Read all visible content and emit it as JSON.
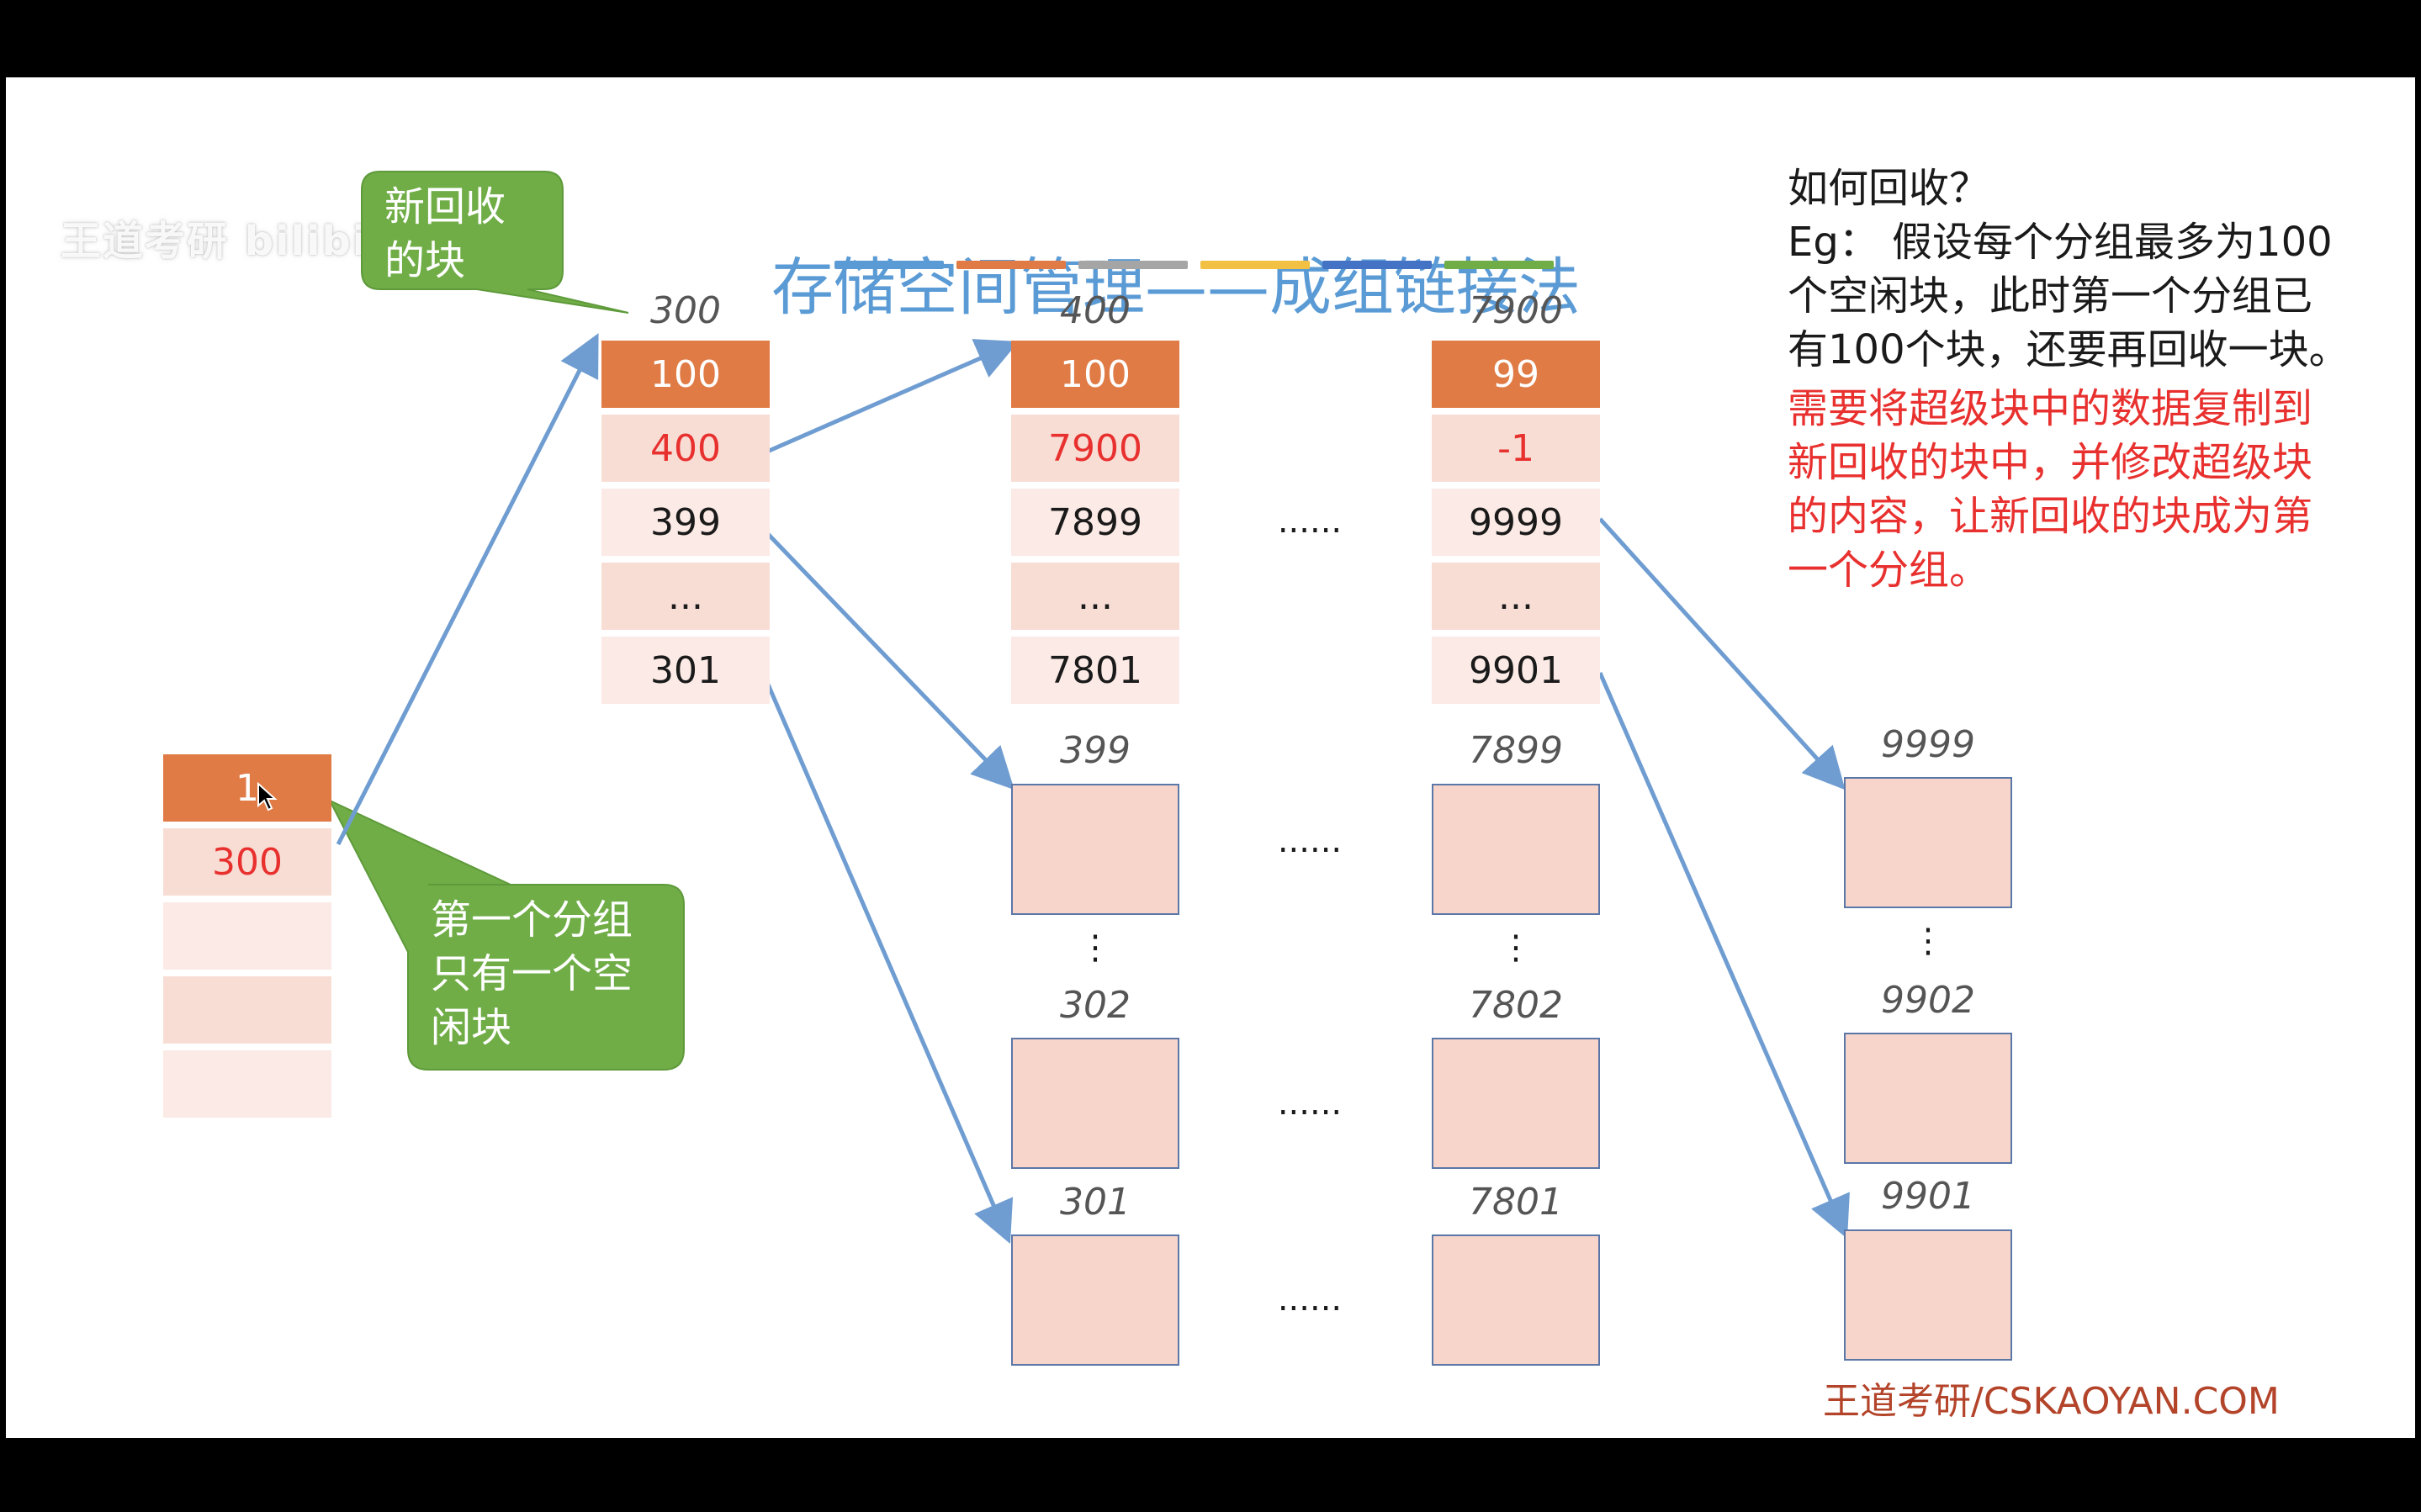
{
  "watermark": "王道考研 bilibili",
  "title": "存储空间管理——成组链接法",
  "title_underline_colors": [
    "#5b9bd5",
    "#e07b45",
    "#a5a5a5",
    "#f2c144",
    "#4472c4",
    "#70ad47"
  ],
  "colors": {
    "header_cell": "#e07b45",
    "red_cell_text": "#e8312f",
    "block_fill": "#f8d5cb",
    "block_border": "#5b77a8",
    "bubble": "#70ad47",
    "arrow": "#6f9dd1"
  },
  "bubble_new": {
    "line1": "新回收",
    "line2": "的块"
  },
  "bubble_first": {
    "line1": "第一个分组",
    "line2": "只有一个空",
    "line3": "闲块"
  },
  "superblock": {
    "title": "超级块",
    "count": "1",
    "next": "300"
  },
  "group1": {
    "label": "300",
    "count": "100",
    "next": "400",
    "row3": "399",
    "row4": "...",
    "row5": "301"
  },
  "group2": {
    "label": "400",
    "count": "100",
    "next": "7900",
    "row3": "7899",
    "row4": "...",
    "row5": "7801"
  },
  "group3": {
    "label": "7900",
    "count": "99",
    "next": "-1",
    "row3": "9999",
    "row4": "...",
    "row5": "9901"
  },
  "middle_dots": "......",
  "free_blocks": {
    "col1": [
      "399",
      "302",
      "301"
    ],
    "col2": [
      "7899",
      "7802",
      "7801"
    ],
    "col3": [
      "9999",
      "9902",
      "9901"
    ]
  },
  "vertical_dots": "⋮",
  "right_panel": {
    "q": "如何回收？",
    "eg_l1": "Eg： 假设每个分组最多为100",
    "eg_l2": "个空闲块，此时第一个分组已",
    "eg_l3": "有100个块，还要再回收一块。",
    "ans_l1": "需要将超级块中的数据复制到",
    "ans_l2": "新回收的块中，并修改超级块",
    "ans_l3": "的内容，让新回收的块成为第",
    "ans_l4": "一个分组。"
  },
  "footer": "王道考研/CSKAOYAN.COM"
}
